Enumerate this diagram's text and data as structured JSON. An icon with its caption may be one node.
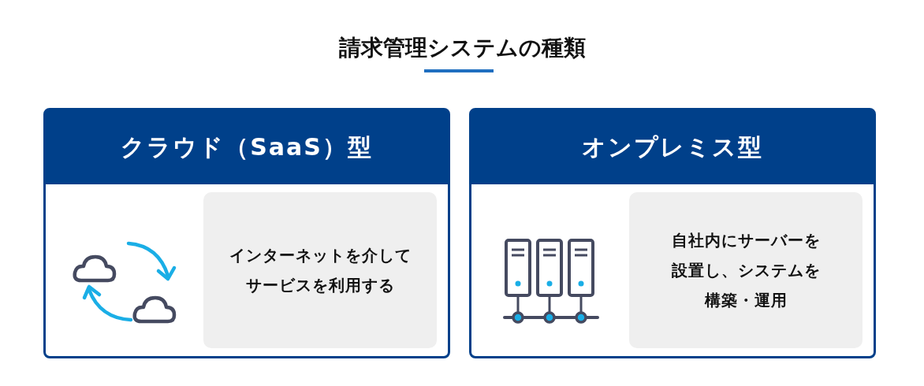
{
  "diagram": {
    "title": "請求管理システムの種類",
    "nodes": [
      {
        "text": [
          "クラウド（SaaS）型"
        ]
      },
      {
        "text": [
          "インターネットを介してサービスを利用する"
        ],
        "in": 0
      },
      {
        "text": [
          "オンプレミス型"
        ]
      },
      {
        "text": [
          "自社内にサーバーを設置し、システムを構築・運用"
        ],
        "in": 2
      }
    ]
  }
}
